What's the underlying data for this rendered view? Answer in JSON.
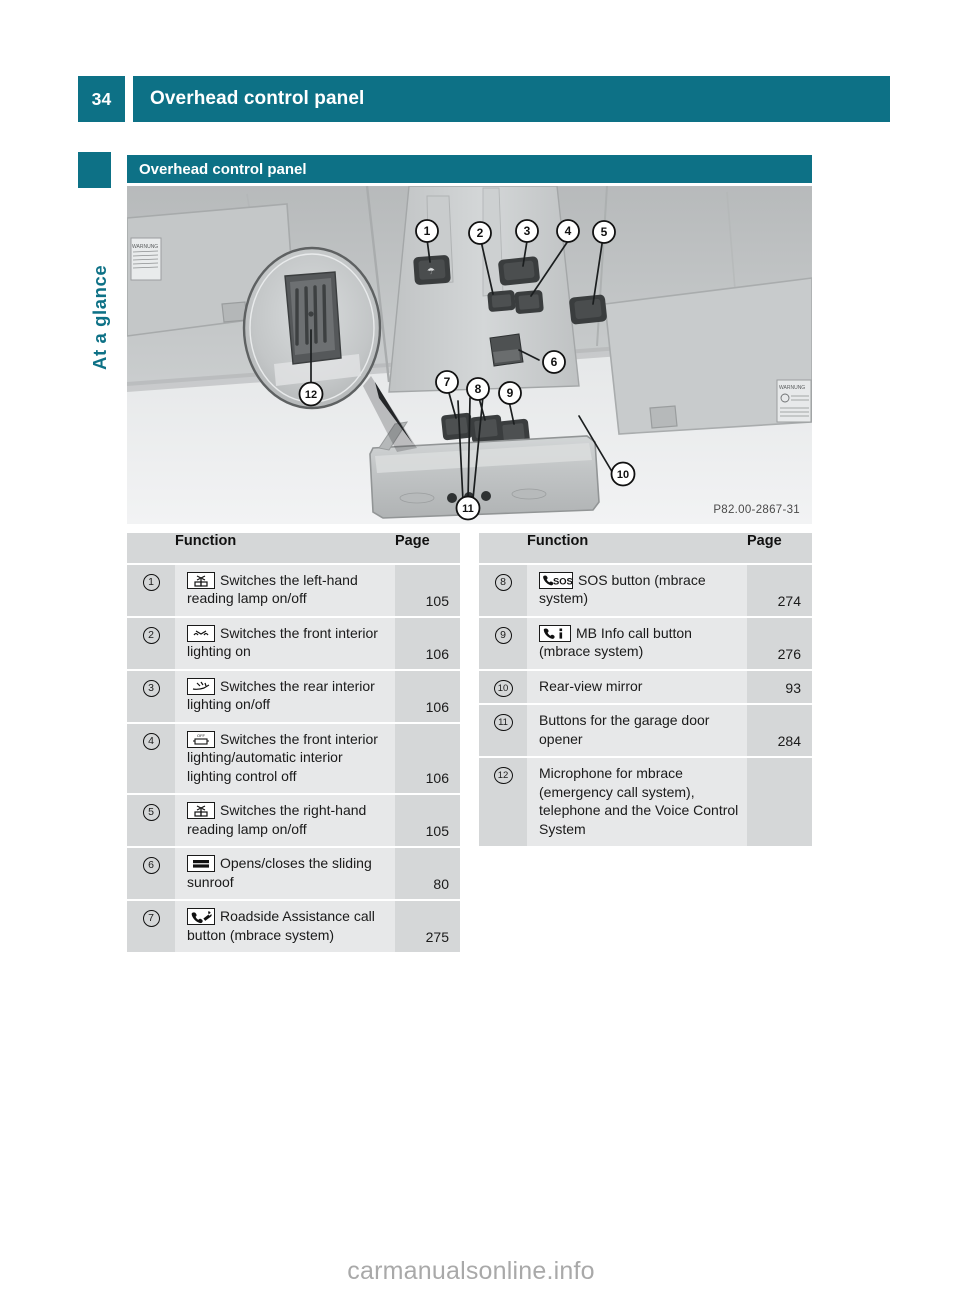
{
  "header": {
    "page_number": "34",
    "title": "Overhead control panel"
  },
  "chapter": {
    "label": "At a glance"
  },
  "section": {
    "title": "Overhead control panel"
  },
  "illustration": {
    "figure_code": "P82.00-2867-31",
    "callouts": [
      "1",
      "2",
      "3",
      "4",
      "5",
      "6",
      "7",
      "8",
      "9",
      "10",
      "11",
      "12"
    ]
  },
  "tables": [
    {
      "id": "left",
      "columns": {
        "num": "",
        "function": "Function",
        "page": "Page"
      },
      "rows": [
        {
          "num": "1",
          "icon": "reading-lamp-icon",
          "text": "Switches the left-hand reading lamp on/off",
          "page": "105"
        },
        {
          "num": "2",
          "icon": "front-interior-light-icon",
          "text": "Switches the front interior lighting on",
          "page": "106"
        },
        {
          "num": "3",
          "icon": "rear-interior-light-icon",
          "text": "Switches the rear interior lighting on/off",
          "page": "106"
        },
        {
          "num": "4",
          "icon": "interior-light-off-icon",
          "text": "Switches the front interior lighting/automatic interior lighting control off",
          "page": "106"
        },
        {
          "num": "5",
          "icon": "reading-lamp-icon",
          "text": "Switches the right-hand reading lamp on/off",
          "page": "105"
        },
        {
          "num": "6",
          "icon": "sunroof-icon",
          "text": "Opens/closes the sliding sunroof",
          "page": "80"
        },
        {
          "num": "7",
          "icon": "roadside-assistance-icon",
          "text": "Roadside Assistance call button (mbrace system)",
          "page": "275"
        }
      ]
    },
    {
      "id": "right",
      "columns": {
        "num": "",
        "function": "Function",
        "page": "Page"
      },
      "rows": [
        {
          "num": "8",
          "icon": "sos-icon",
          "text": "SOS button (mbrace system)",
          "page": "274"
        },
        {
          "num": "9",
          "icon": "mb-info-icon",
          "text": "MB Info call button (mbrace system)",
          "page": "276"
        },
        {
          "num": "10",
          "icon": "",
          "text": "Rear-view mirror",
          "page": "93"
        },
        {
          "num": "11",
          "icon": "",
          "text": "Buttons for the garage door opener",
          "page": "284"
        },
        {
          "num": "12",
          "icon": "",
          "text": "Microphone for mbrace (emergency call system), telephone and the Voice Control System",
          "page": ""
        }
      ]
    }
  ],
  "watermark": "carmanualsonline.info",
  "colors": {
    "brand_teal": "#0d7186",
    "table_header_gray": "#d5d7d8",
    "table_cell_gray": "#e7e8e9"
  }
}
